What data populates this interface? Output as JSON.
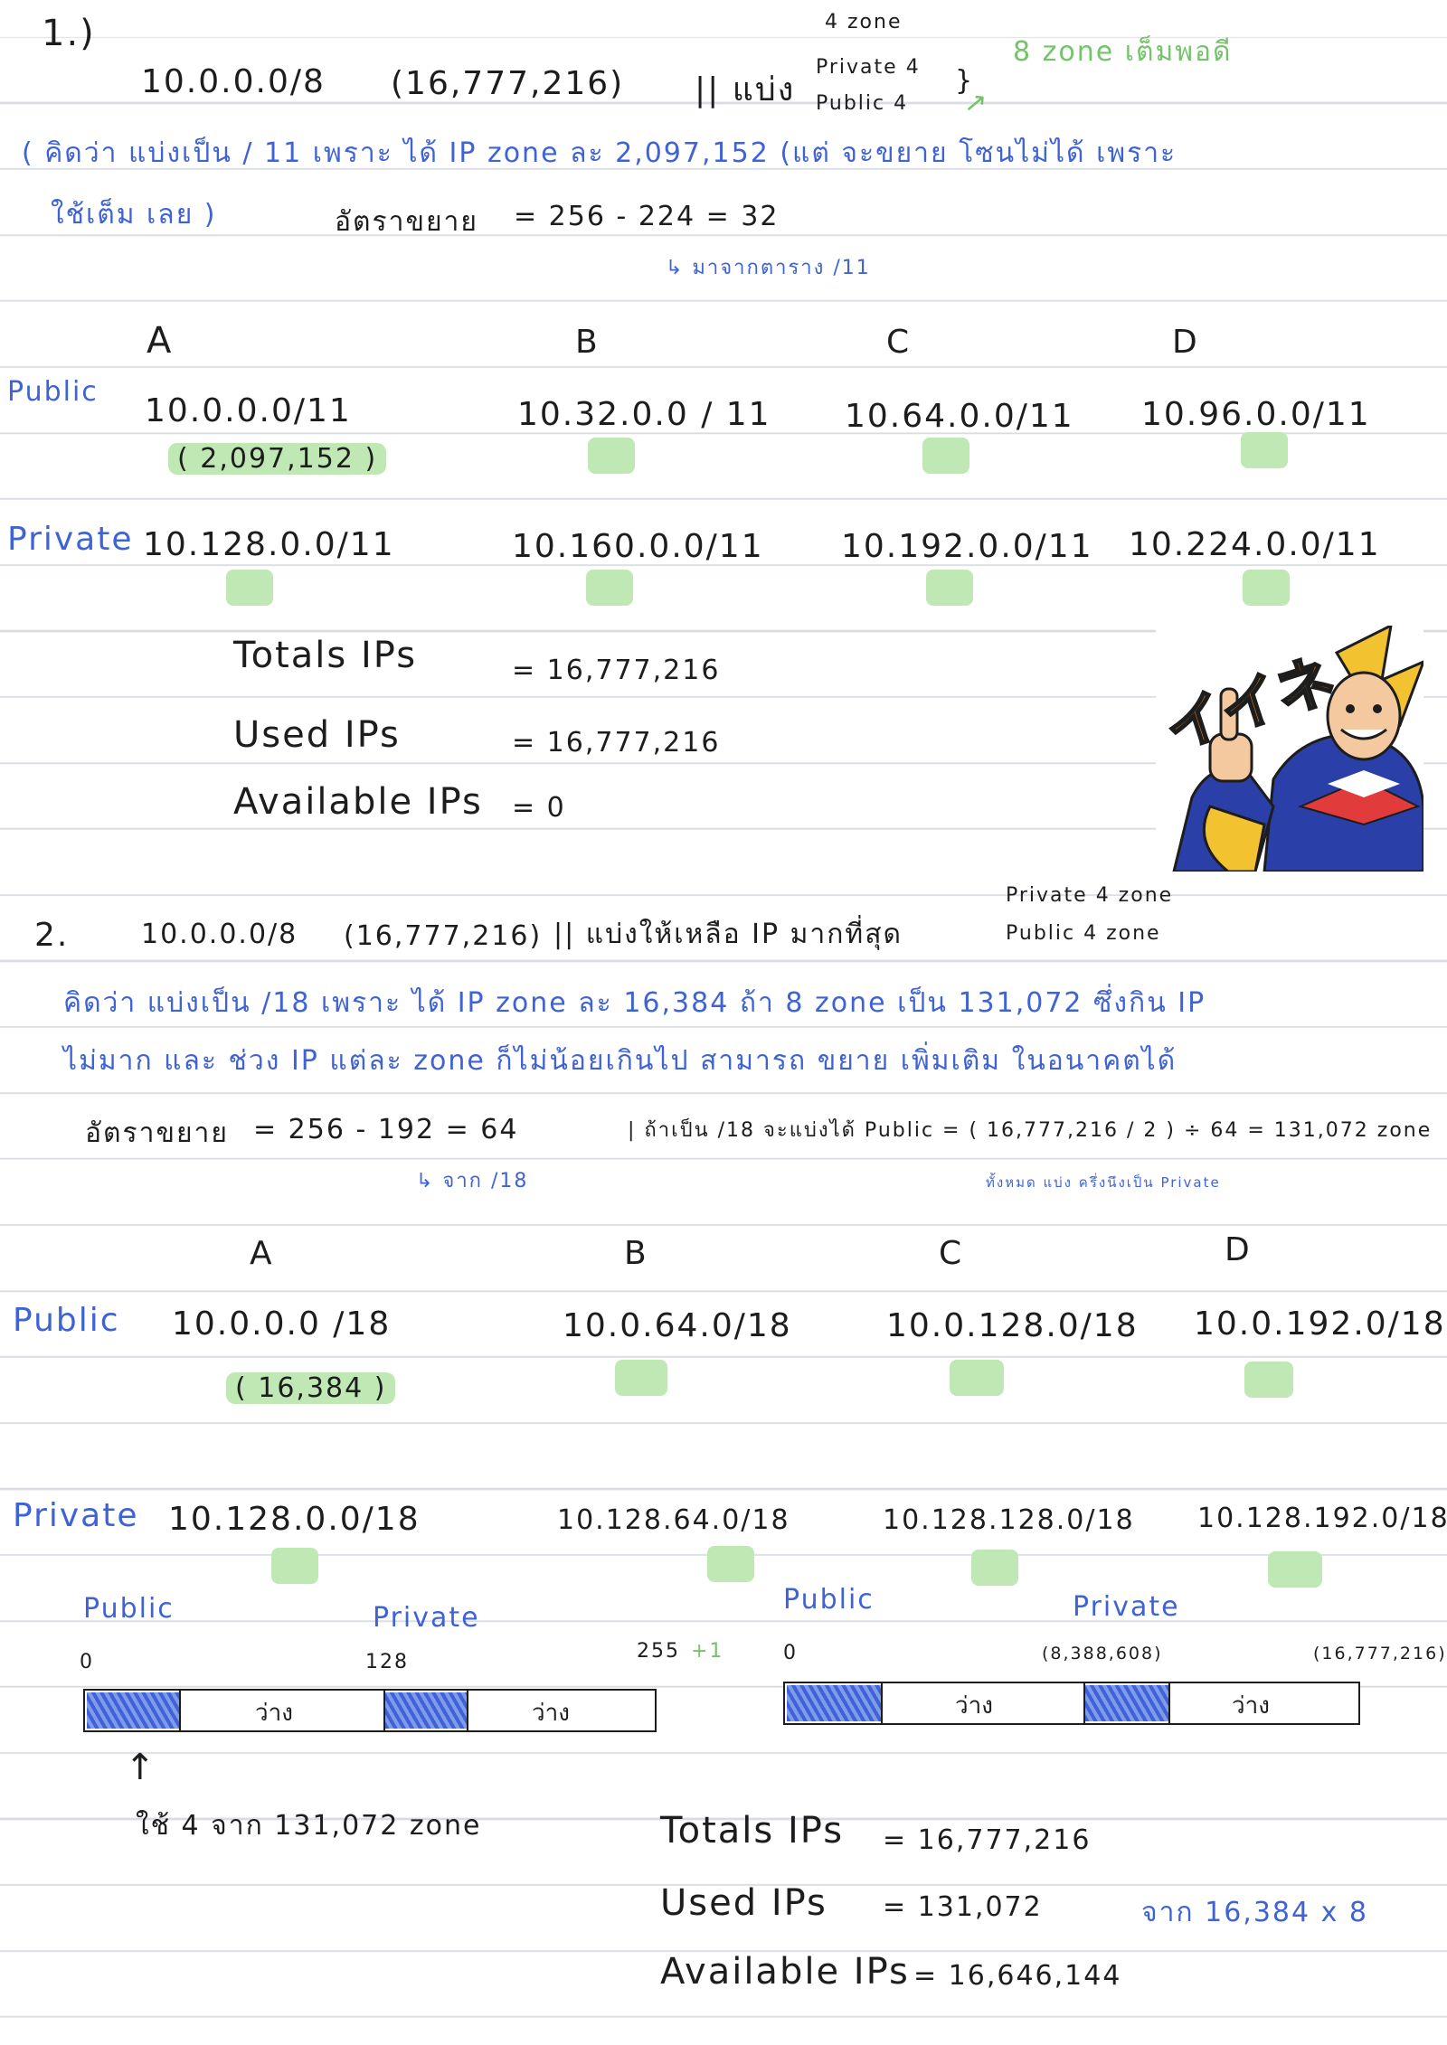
{
  "q1": {
    "num": "1.)",
    "network": "10.0.0.0/8",
    "total": "(16,777,216)",
    "task": "|| แบ่ง",
    "zone_label": "4   zone",
    "private_label": "Private  4",
    "public_label": "Public   4",
    "zone_note": "8  zone เต็มพอดี",
    "reason_line1": "( คิดว่า  แบ่งเป็น  / 11     เพราะ  ได้  IP  zone ละ  2,097,152     (แต่  จะขยาย โซนไม่ได้ เพราะ",
    "reason_line2": "ใช้เต็ม เลย )",
    "growth_label": "อัตราขยาย",
    "growth_formula": "=  256  -  224   =  32",
    "growth_note": "↳ มาจากตาราง  /11",
    "columns": [
      "A",
      "B",
      "C",
      "D"
    ],
    "public_row_label": "Public",
    "public_subnets": [
      "10.0.0.0/11",
      "10.32.0.0 / 11",
      "10.64.0.0/11",
      "10.96.0.0/11"
    ],
    "public_first_size": "( 2,097,152 )",
    "private_row_label": "Private",
    "private_subnets": [
      "10.128.0.0/11",
      "10.160.0.0/11",
      "10.192.0.0/11",
      "10.224.0.0/11"
    ],
    "totals_label": "Totals   IPs",
    "totals_value": "=  16,777,216",
    "used_label": "Used      IPs",
    "used_value": "=  16,777,216",
    "available_label": "Available  IPs",
    "available_value": "=     0"
  },
  "sticker": {
    "text": "イイネ",
    "description_icon": "hero-thumbs-up-icon"
  },
  "q2": {
    "num": "2.",
    "network": "10.0.0.0/8",
    "total": "(16,777,216)",
    "task": "|| แบ่งให้เหลือ  IP  มากที่สุด",
    "private_label": "Private   4  zone",
    "public_label": "Public    4  zone",
    "reason_line1": "คิดว่า   แบ่งเป็น   /18    เพราะ ได้  IP   zone  ละ  16,384   ถ้า  8 zone  เป็น   131,072   ซึ่งกิน IP",
    "reason_line2": "ไม่มาก  และ  ช่วง  IP  แต่ละ  zone ก็ไม่น้อยเกินไป  สามารถ  ขยาย  เพิ่มเติม ในอนาคตได้",
    "growth_label": "อัตราขยาย",
    "growth_formula": "=  256  -  192   =  64",
    "growth_note": "↳ จาก  /18",
    "growth_extra": "| ถ้าเป็น  /18  จะแบ่งได้  Public = ( 16,777,216 / 2 ) ÷ 64 = 131,072 zone",
    "growth_extra_note": "ทั้งหมด  แบ่ง ครึ่งนึงเป็น Private",
    "columns": [
      "A",
      "B",
      "C",
      "D"
    ],
    "public_row_label": "Public",
    "public_subnets": [
      "10.0.0.0 /18",
      "10.0.64.0/18",
      "10.0.128.0/18",
      "10.0.192.0/18"
    ],
    "public_first_size": "( 16,384 )",
    "private_row_label": "Private",
    "private_subnets": [
      "10.128.0.0/18",
      "10.128.64.0/18",
      "10.128.128.0/18",
      "10.128.192.0/18"
    ],
    "diagram_left": {
      "public_label": "Public",
      "private_label": "Private",
      "start": "0",
      "mid": "128",
      "end": "255",
      "end_plus": "+1",
      "free_label": "ว่าง"
    },
    "diagram_right": {
      "public_label": "Public",
      "private_label": "Private",
      "start": "0",
      "mid": "(8,388,608)",
      "end": "(16,777,216)",
      "free_label": "ว่าง"
    },
    "arrow_note": "ใช้  4  จาก  131,072  zone",
    "totals_label": "Totals   IPs",
    "totals_value": "=  16,777,216",
    "used_label": "Used     IPs",
    "used_value": "=   131,072",
    "used_note": "จาก  16,384  x  8",
    "available_label": "Available  IPs",
    "available_value": "=  16,646,144"
  }
}
